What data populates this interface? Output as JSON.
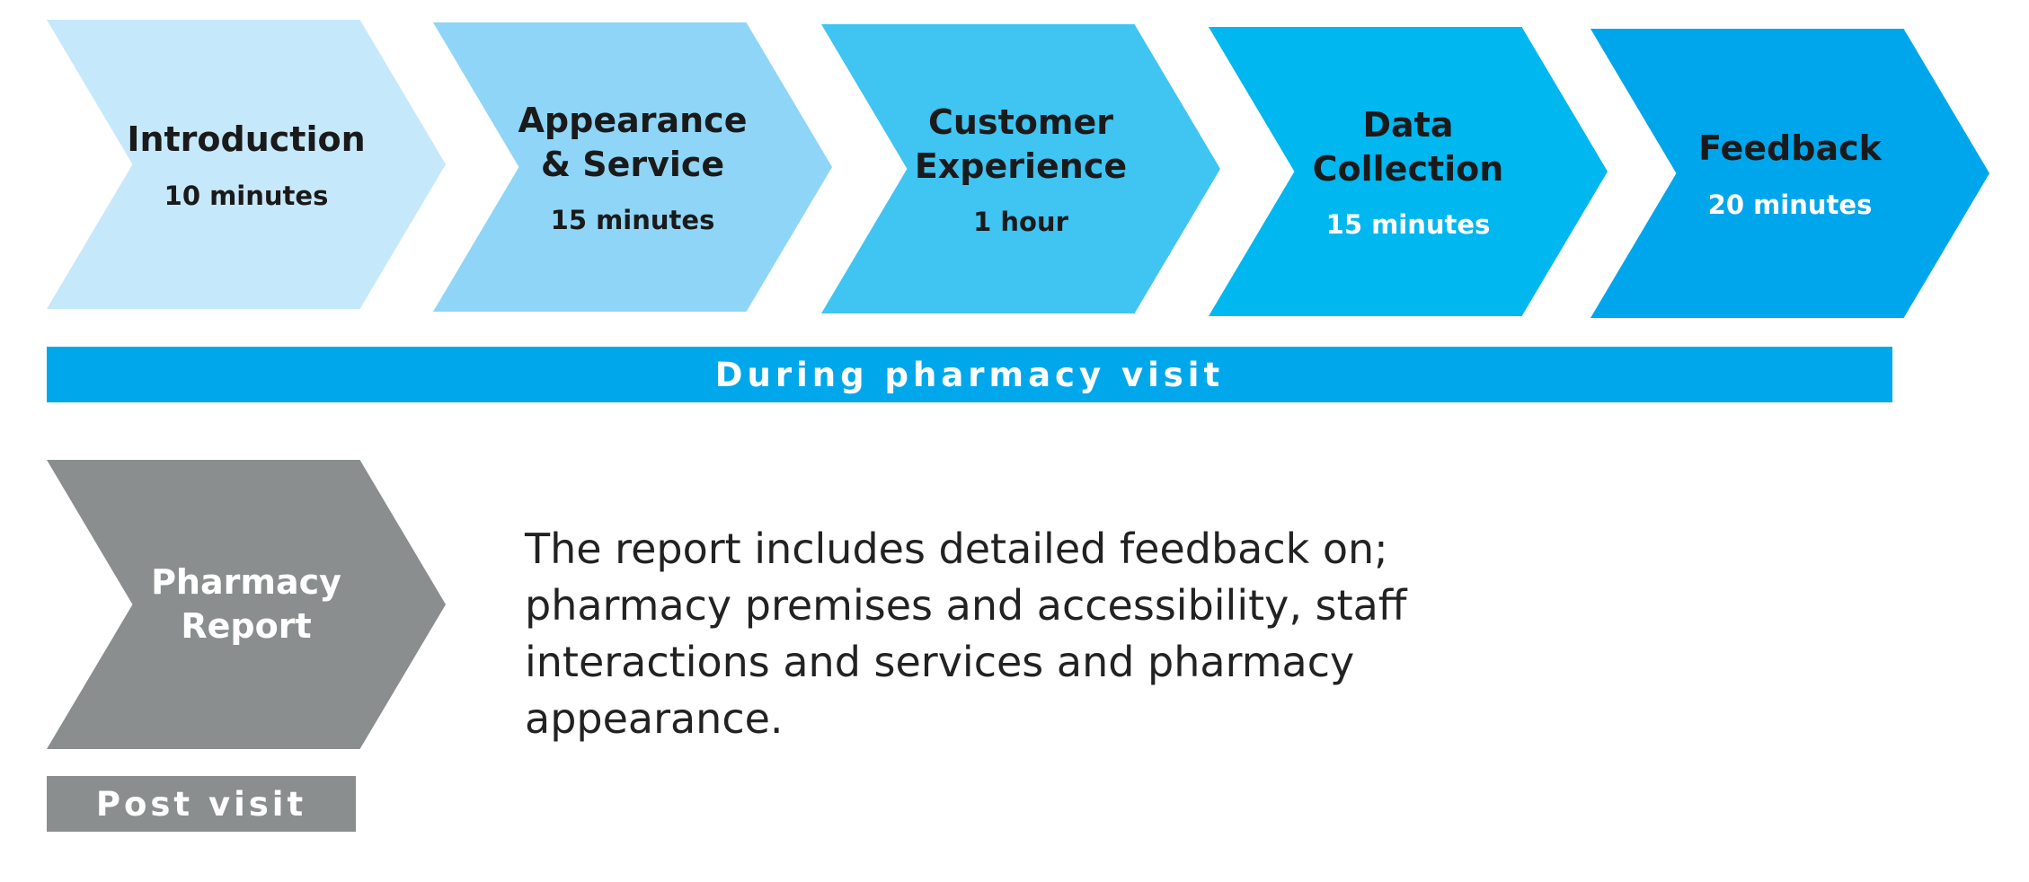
{
  "steps": [
    {
      "title": "Introduction",
      "duration": "10 minutes",
      "color": "#c6e8fb",
      "text_color": "#1a1a1a"
    },
    {
      "title": "Appearance\n& Service",
      "duration": "15 minutes",
      "color": "#8fd5f7",
      "text_color": "#1a1a1a"
    },
    {
      "title": "Customer\nExperience",
      "duration": "1 hour",
      "color": "#40c4f2",
      "text_color": "#1a1a1a"
    },
    {
      "title": "Data\nCollection",
      "duration": "15 minutes",
      "color": "#00b7ef",
      "text_color": "#1a1a1a",
      "duration_color": "#ffffff"
    },
    {
      "title": "Feedback",
      "duration": "20 minutes",
      "color": "#00a6ec",
      "text_color": "#1a1a1a",
      "duration_color": "#ffffff"
    }
  ],
  "during_bar": {
    "label": "During pharmacy visit",
    "color": "#00a8eb"
  },
  "post": {
    "title": "Pharmacy\nReport",
    "color": "#8a8e8e",
    "text_color": "#ffffff"
  },
  "post_bar": {
    "label": "Post visit",
    "color": "#8a8e8e"
  },
  "description": "The report includes detailed feedback on; pharmacy premises and accessibility, staff interactions and services and pharmacy appearance."
}
